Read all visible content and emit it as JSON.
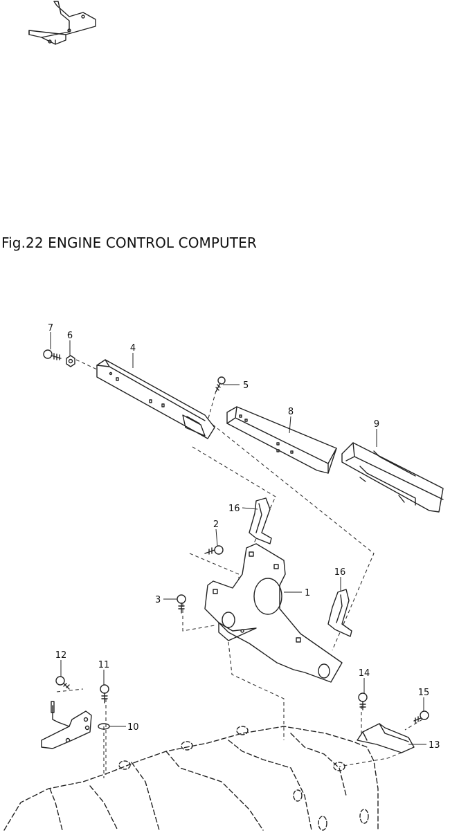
{
  "figure": {
    "title": "Fig.22 ENGINE CONTROL COMPUTER"
  },
  "callouts": {
    "c1": "1",
    "c2": "2",
    "c3": "3",
    "c4": "4",
    "c5": "5",
    "c6": "6",
    "c7": "7",
    "c8": "8",
    "c9": "9",
    "c10": "10",
    "c11": "11",
    "c12": "12",
    "c13": "13",
    "c14": "14",
    "c15": "15",
    "c16a": "16",
    "c16b": "16"
  }
}
